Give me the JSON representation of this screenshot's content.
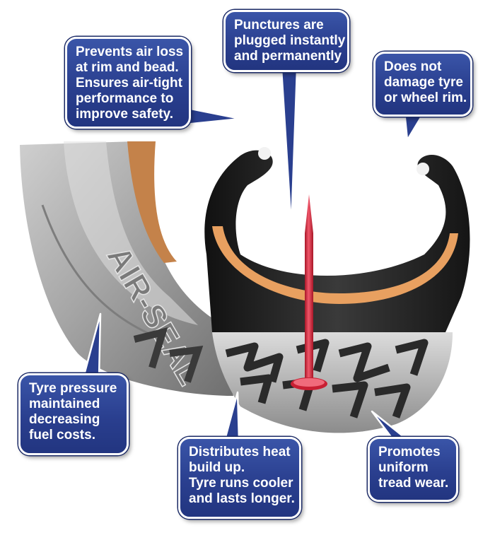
{
  "callouts": {
    "rim_bead": [
      "Prevents air loss",
      "at rim and bead.",
      "Ensures air-tight",
      "performance to",
      "improve safety."
    ],
    "punctures": [
      "Punctures are",
      "plugged instantly",
      "and permanently"
    ],
    "no_damage": [
      "Does not",
      "damage tyre",
      "or wheel rim."
    ],
    "pressure": [
      "Tyre pressure",
      "maintained",
      "decreasing",
      "fuel costs."
    ],
    "heat": [
      "Distributes heat",
      "build up.",
      "Tyre runs cooler",
      "and lasts longer."
    ],
    "tread": [
      "Promotes",
      "uniform",
      "tread wear."
    ]
  },
  "sidewall_text": "AIR-SEAL",
  "colors": {
    "callout_fill": "#2a3f8f",
    "sealant_orange": "#e8a060",
    "nail_red": "#d42a3c",
    "tyre_grey": "#9a9a9a",
    "tyre_black": "#1e1e1e"
  }
}
